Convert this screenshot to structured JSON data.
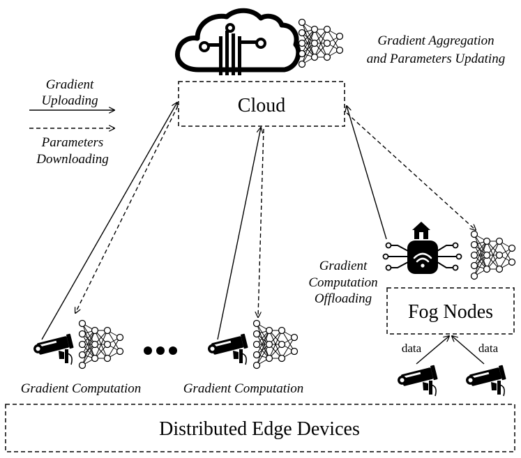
{
  "cloud": {
    "label": "Cloud",
    "note_line1": "Gradient Aggregation",
    "note_line2": "and Parameters Updating"
  },
  "legend": {
    "solid_line1": "Gradient",
    "solid_line2": "Uploading",
    "dashed_line1": "Parameters",
    "dashed_line2": "Downloading"
  },
  "fog": {
    "label": "Fog Nodes",
    "offload_line1": "Gradient",
    "offload_line2": "Computation",
    "offload_line3": "Offloading",
    "data_left": "data",
    "data_right": "data"
  },
  "edge": {
    "label": "Distributed Edge Devices",
    "node1_caption": "Gradient Computation",
    "node2_caption": "Gradient Computation"
  },
  "icons": [
    "cloud-circuit-icon",
    "neural-network-icon",
    "smart-home-router-icon",
    "cctv-camera-icon",
    "ellipsis-dots-icon"
  ]
}
